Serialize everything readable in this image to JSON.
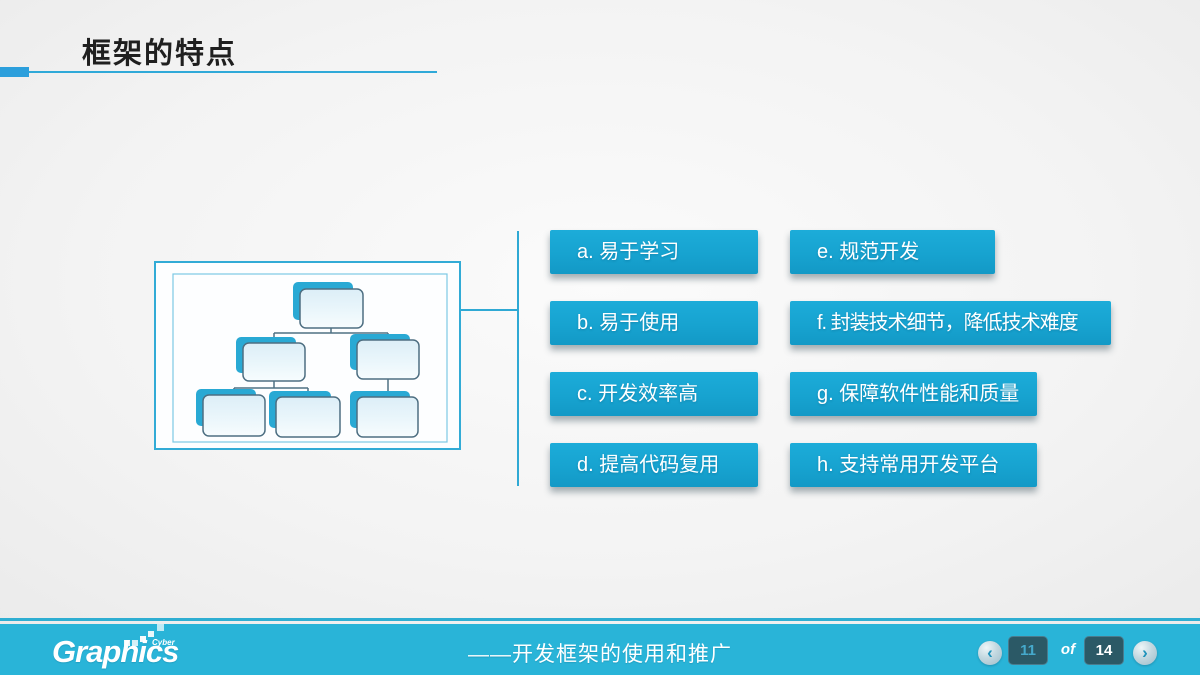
{
  "slide": {
    "title": "框架的特点",
    "footer_caption": "——开发框架的使用和推广"
  },
  "features": {
    "left": [
      {
        "label": "a. 易于学习"
      },
      {
        "label": "b. 易于使用"
      },
      {
        "label": "c. 开发效率高"
      },
      {
        "label": "d. 提高代码复用"
      }
    ],
    "right": [
      {
        "label": "e. 规范开发"
      },
      {
        "label": "f. 封装技术细节，降低技术难度"
      },
      {
        "label": "g. 保障软件性能和质量"
      },
      {
        "label": "h. 支持常用开发平台"
      }
    ]
  },
  "diagram": {
    "icon": "window-tree-diagram",
    "node_count": 6,
    "levels": [
      1,
      2,
      3
    ]
  },
  "logo": {
    "name": "Graphics",
    "sub": "Cyber"
  },
  "pagination": {
    "current": "11",
    "separator": "of",
    "total": "14",
    "prev_icon": "‹",
    "next_icon": "›"
  },
  "colors": {
    "accent_cyan": "#17a3d0",
    "footer_cyan": "#29b4d8",
    "title_rule": "#2fa9d8",
    "node_back": "#29a9d4",
    "page_box": "#2b5966"
  }
}
